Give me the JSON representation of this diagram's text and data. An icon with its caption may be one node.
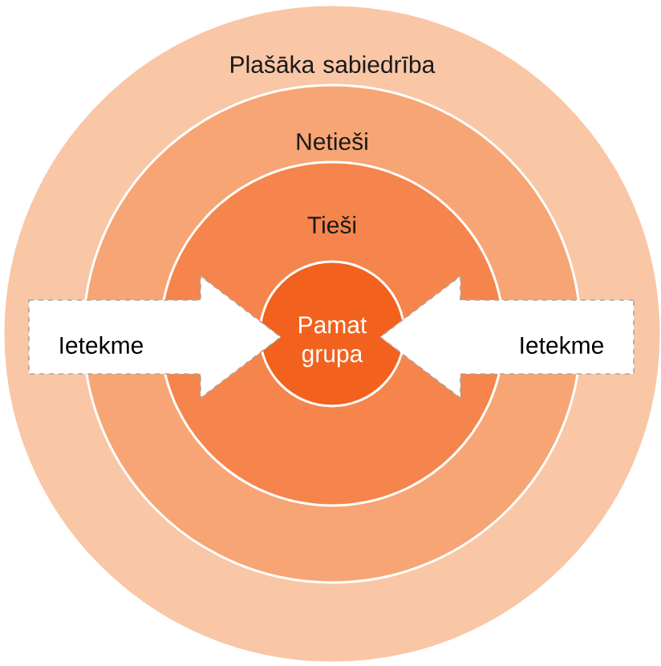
{
  "diagram": {
    "nodes": [
      {
        "text": [
          "Plašāka sabiedrība"
        ]
      },
      {
        "text": [
          "Netieši"
        ],
        "in": 0
      },
      {
        "text": [
          "Tieši"
        ],
        "in": 1
      },
      {
        "text": [
          "Pamat grupa"
        ],
        "in": 2
      },
      {
        "text": [
          "Ietekme"
        ],
        "in": 0
      },
      {
        "text": [
          "Ietekme"
        ],
        "in": 0
      }
    ]
  }
}
